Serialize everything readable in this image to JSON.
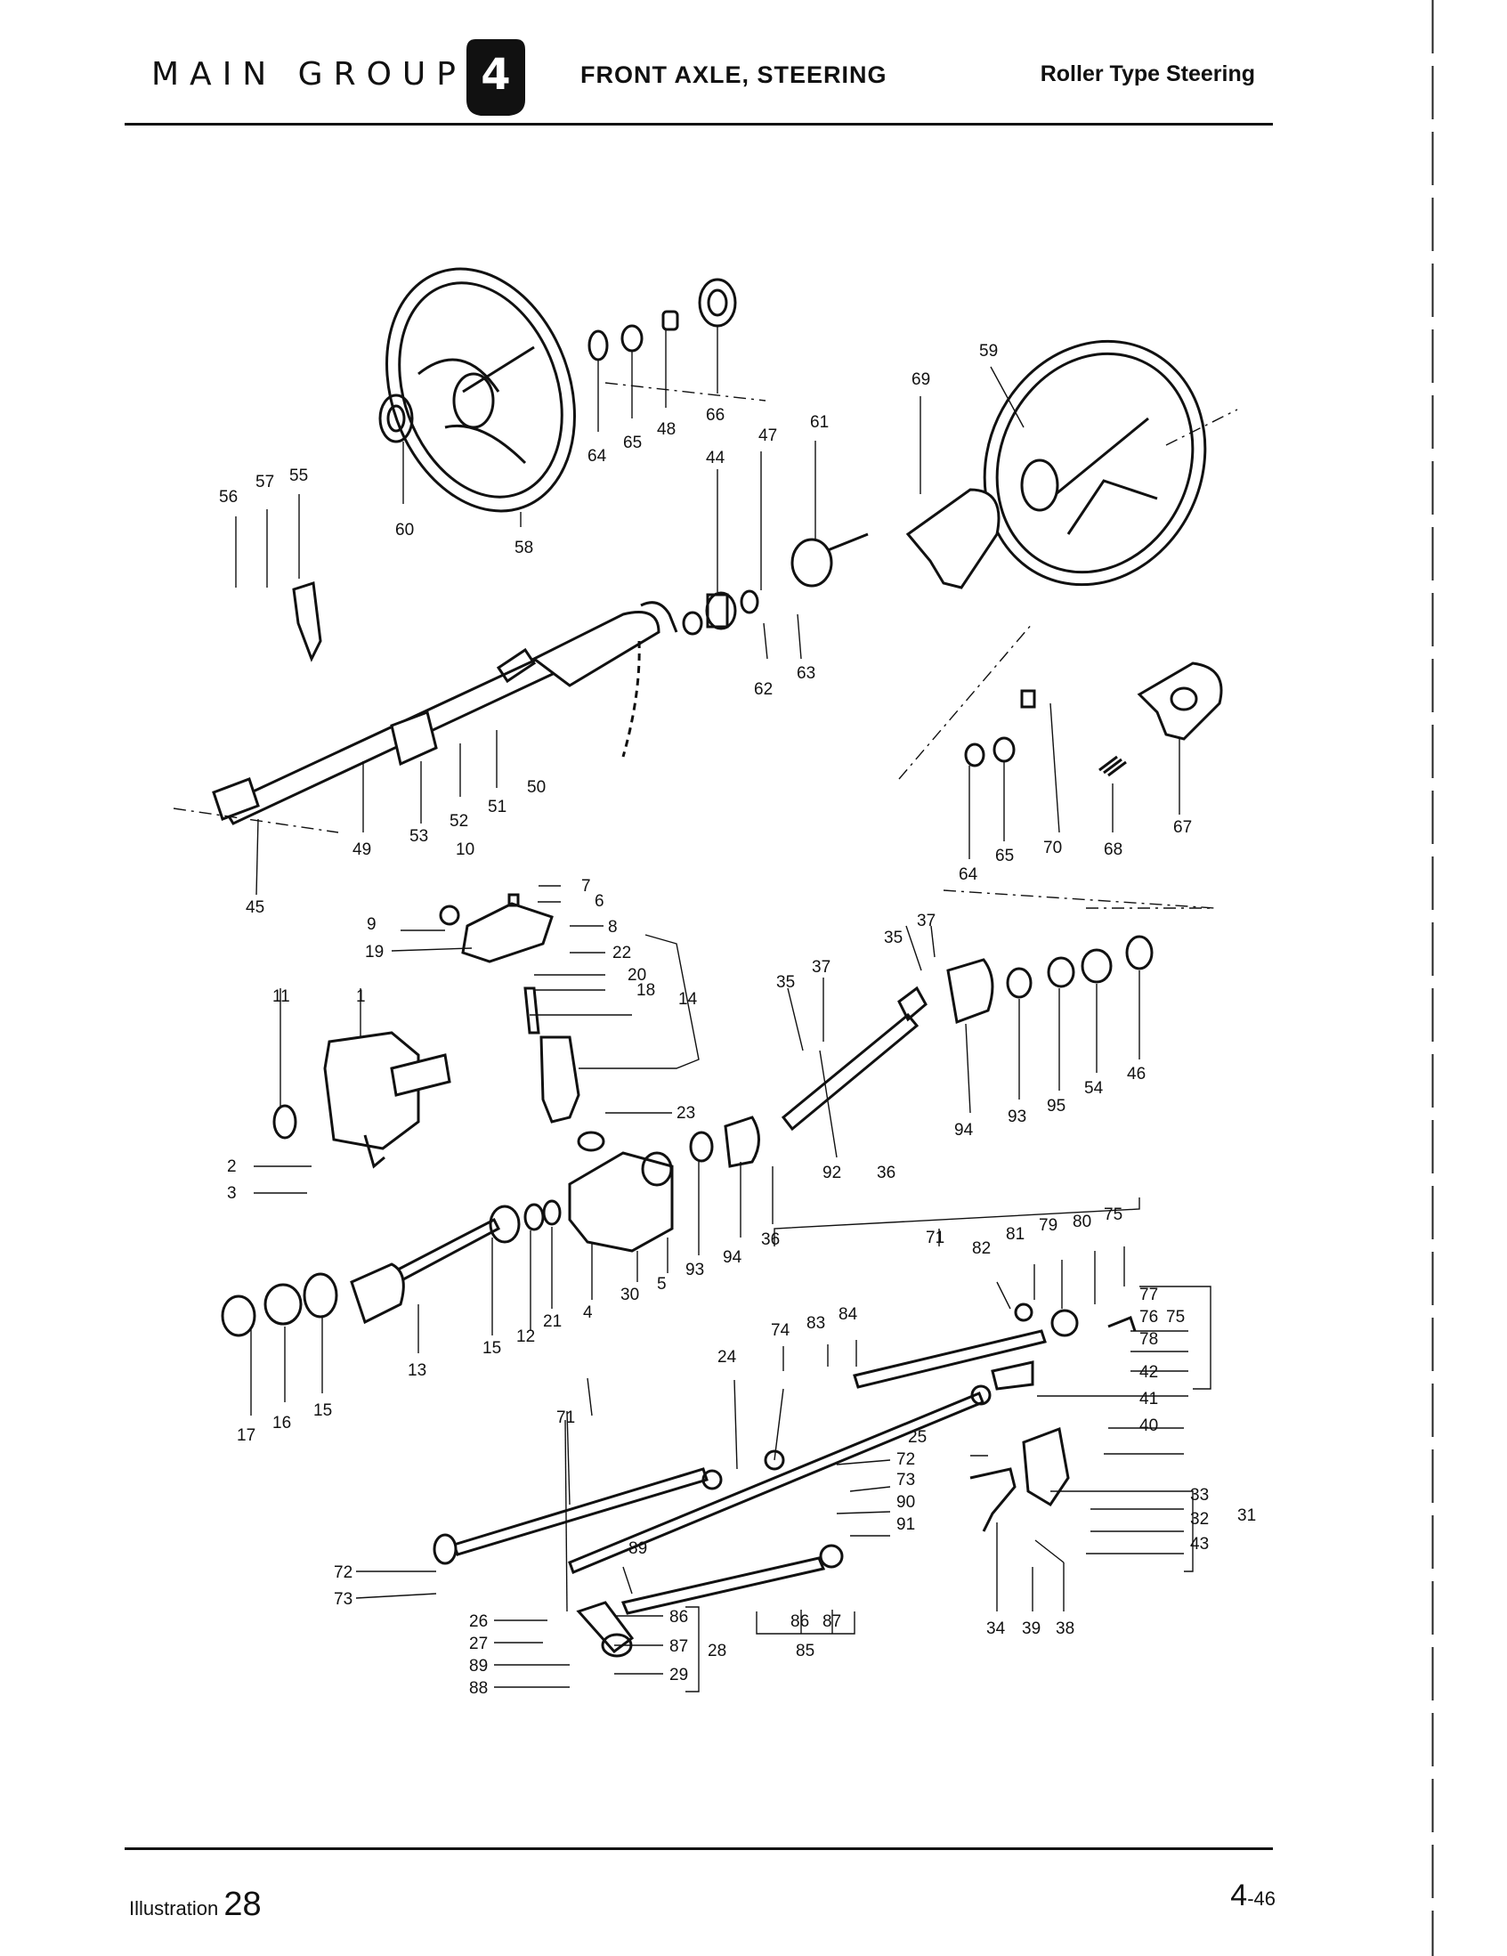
{
  "header": {
    "main_group": "MAIN GROUP",
    "group_number": "4",
    "section_title": "FRONT AXLE, STEERING",
    "sub_title": "Roller Type Steering"
  },
  "footer": {
    "illustration_label": "Illustration",
    "illustration_number": "28",
    "page_major": "4",
    "page_minor": "46"
  },
  "callouts": {
    "c1": "1",
    "c2": "2",
    "c3": "3",
    "c4": "4",
    "c5": "5",
    "c6": "6",
    "c7": "7",
    "c8": "8",
    "c9": "9",
    "c10": "10",
    "c11": "11",
    "c12": "12",
    "c13": "13",
    "c14": "14",
    "c15": "15",
    "c16": "16",
    "c17": "17",
    "c18": "18",
    "c19": "19",
    "c20": "20",
    "c21": "21",
    "c22": "22",
    "c23": "23",
    "c24": "24",
    "c25": "25",
    "c26": "26",
    "c27": "27",
    "c28": "28",
    "c29": "29",
    "c30": "30",
    "c31": "31",
    "c32": "32",
    "c33": "33",
    "c34": "34",
    "c35": "35",
    "c36": "36",
    "c37": "37",
    "c38": "38",
    "c39": "39",
    "c40": "40",
    "c41": "41",
    "c42": "42",
    "c43": "43",
    "c44": "44",
    "c45": "45",
    "c46": "46",
    "c47": "47",
    "c48": "48",
    "c49": "49",
    "c50": "50",
    "c51": "51",
    "c52": "52",
    "c53": "53",
    "c54": "54",
    "c55": "55",
    "c56": "56",
    "c57": "57",
    "c58": "58",
    "c59": "59",
    "c60": "60",
    "c61": "61",
    "c62": "62",
    "c63": "63",
    "c64": "64",
    "c65": "65",
    "c66": "66",
    "c67": "67",
    "c68": "68",
    "c69": "69",
    "c70": "70",
    "c71": "71",
    "c72": "72",
    "c73": "73",
    "c74": "74",
    "c75": "75",
    "c76": "76",
    "c77": "77",
    "c78": "78",
    "c79": "79",
    "c80": "80",
    "c81": "81",
    "c82": "82",
    "c83": "83",
    "c84": "84",
    "c85": "85",
    "c86": "86",
    "c87": "87",
    "c88": "88",
    "c89": "89",
    "c90": "90",
    "c91": "91",
    "c92": "92",
    "c93": "93",
    "c94": "94",
    "c95": "95"
  }
}
